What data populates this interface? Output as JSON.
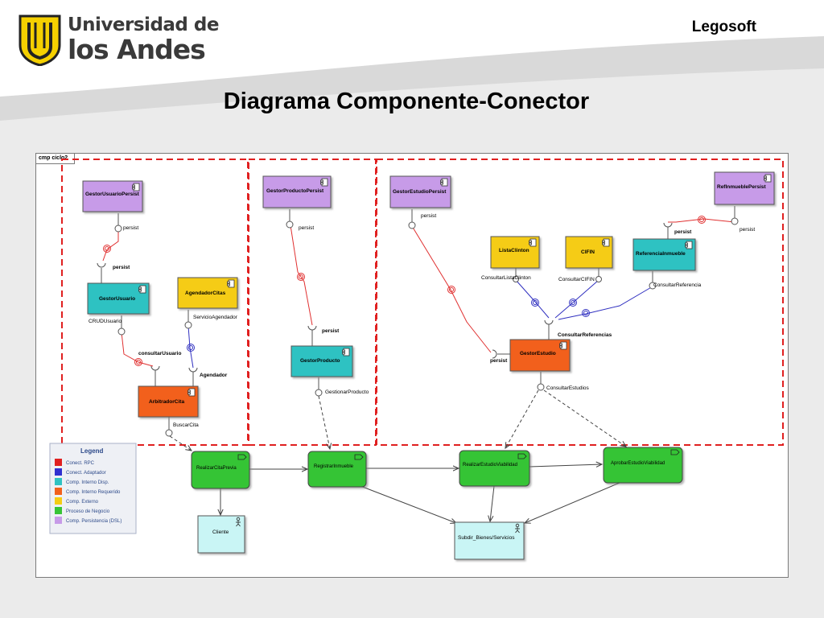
{
  "header": {
    "logo_line1": "Universidad de",
    "logo_line2": "los Andes",
    "brand": "Legosoft",
    "title": "Diagrama Componente-Conector"
  },
  "frame": {
    "label": "cmp ciclo2"
  },
  "colors": {
    "persist": "#c79be8",
    "internal": "#2fc2c2",
    "internal_required": "#f2601c",
    "external": "#f5cc14",
    "process": "#36c436",
    "actor": "#c9f5f5",
    "rpc": "#e02020",
    "adapter": "#3030d0"
  },
  "components": {
    "gestor_usuario_persist": "GestorUsuarioPersist",
    "gestor_usuario": "GestorUsuario",
    "agendador_citas": "AgendadorCitas",
    "arbitrador_cita": "ArbitradorCita",
    "gestor_producto_persist": "GestorProductoPersist",
    "gestor_producto": "GestorProducto",
    "gestor_estudio_persist": "GestorEstudioPersist",
    "lista_clinton": "ListaClinton",
    "cifin": "CIFIN",
    "referencia_inmueble": "ReferenciaInmueble",
    "ref_inmueble_persist": "RefInmueblePersist",
    "gestor_estudio": "GestorEstudio",
    "realizar_cita_previa": "RealizarCitaPrevia",
    "registrar_inmueble": "RegistrarInmueble",
    "realizar_estudio_viabilidad": "RealizarEstudioViabilidad",
    "aprobar_estudio_viabilidad": "AprobarEstudioViabilidad",
    "cliente": "Cliente",
    "subdir_bienes": "Subdir_Bienes/Servicios"
  },
  "interfaces": {
    "persist": "persist",
    "crud_usuario": "CRUDUsuario",
    "consultar_usuario": "consultarUsuario",
    "servicio_agendador": "ServicioAgendador",
    "agendador": "Agendador",
    "buscar_cita": "BuscarCita",
    "gestionar_producto": "GestionarProducto",
    "consultar_lista_clinton": "ConsultarListaClinton",
    "consultar_cifin": "ConsultarCIFIN",
    "consultar_referencia": "ConsultarReferencia",
    "consultar_referencias": "ConsultarReferencias",
    "consultar_estudios": "ConsultarEstudios"
  },
  "legend": {
    "title": "Legend",
    "items": [
      "Conect. RPC",
      "Conect. Adaptador",
      "Comp. Interno Disp.",
      "Comp. Interno Requerido",
      "Comp. Externo",
      "Proceso de Negocio",
      "Comp. Persistencia (DSL)"
    ]
  }
}
